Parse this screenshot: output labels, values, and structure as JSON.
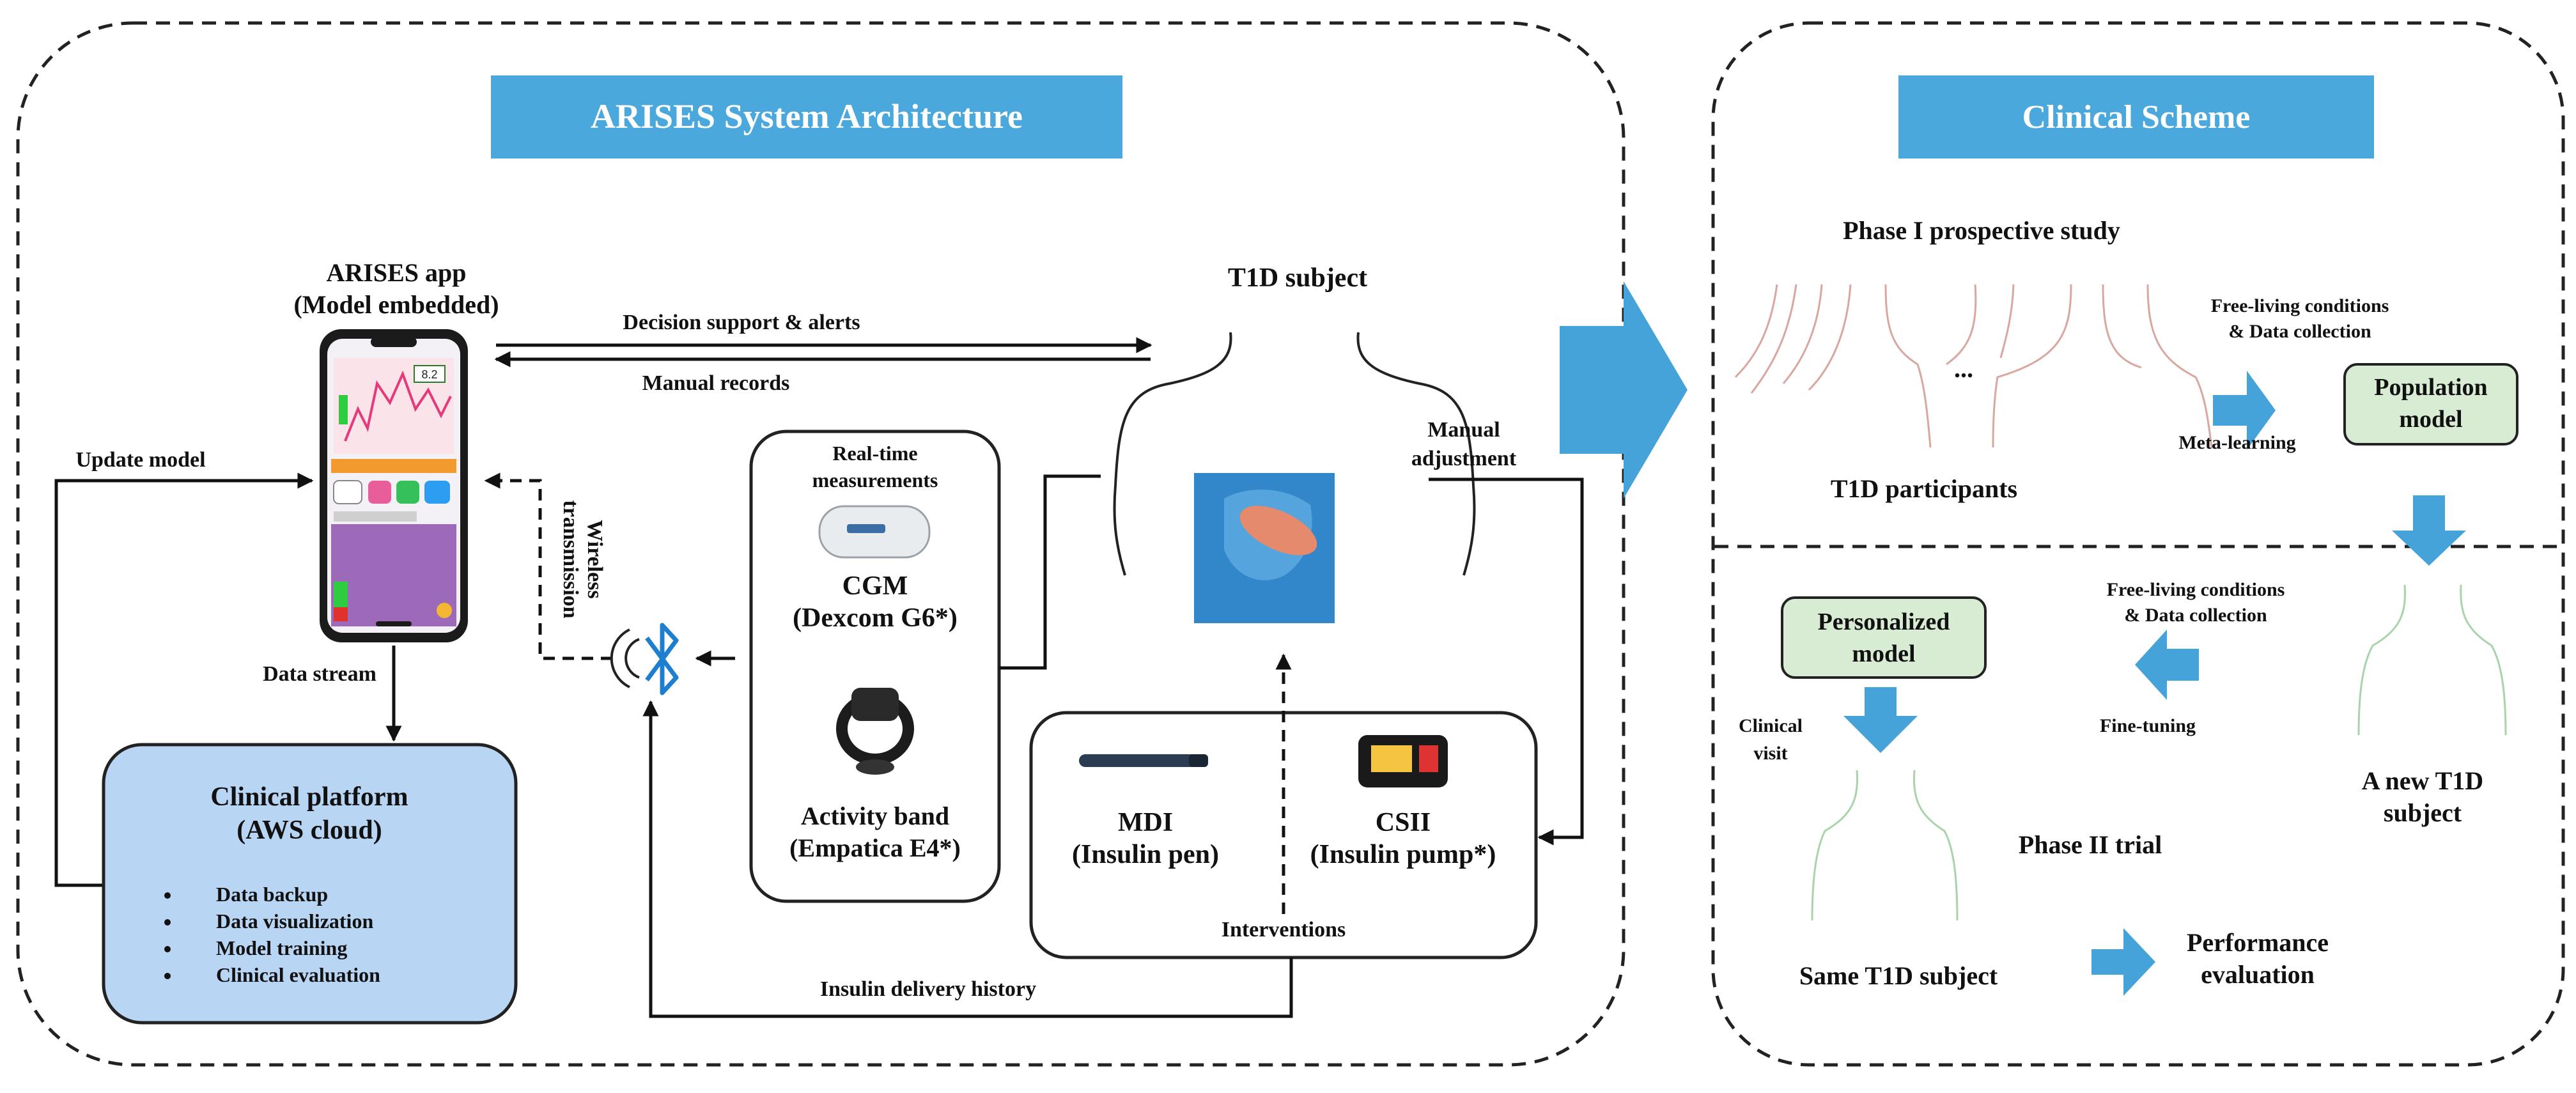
{
  "architecture": {
    "banner": "ARISES System Architecture",
    "app_title": "ARISES app",
    "app_subtitle": "(Model embedded)",
    "t1d_subject": "T1D subject",
    "decision_support": "Decision support & alerts",
    "manual_records": "Manual records",
    "update_model": "Update model",
    "data_stream": "Data stream",
    "wireless_line1": "Wireless",
    "wireless_line2": "transmission",
    "realtime_line1": "Real-time",
    "realtime_line2": "measurements",
    "cgm": "CGM",
    "cgm_detail": "(Dexcom G6*)",
    "activity_band": "Activity band",
    "activity_detail": "(Empatica E4*)",
    "manual_adjustment_line1": "Manual",
    "manual_adjustment_line2": "adjustment",
    "mdi": "MDI",
    "mdi_detail": "(Insulin pen)",
    "csii": "CSII",
    "csii_detail": "(Insulin pump*)",
    "interventions": "Interventions",
    "insulin_history": "Insulin delivery history",
    "platform_title": "Clinical platform",
    "platform_subtitle": "(AWS cloud)",
    "platform_items": [
      "Data backup",
      "Data visualization",
      "Model training",
      "Clinical evaluation"
    ],
    "phone_value": "8.2"
  },
  "clinical": {
    "banner": "Clinical Scheme",
    "phase1": "Phase I prospective study",
    "ellipsis": "...",
    "free_living_1": "Free-living conditions",
    "data_collection_1": "& Data collection",
    "meta_learning": "Meta-learning",
    "population_model_line1": "Population",
    "population_model_line2": "model",
    "t1d_participants": "T1D participants",
    "free_living_2": "Free-living conditions",
    "data_collection_2": "& Data collection",
    "fine_tuning": "Fine-tuning",
    "personalized_line1": "Personalized",
    "personalized_line2": "model",
    "clinical_visit_line1": "Clinical",
    "clinical_visit_line2": "visit",
    "new_subject_line1": "A new T1D",
    "new_subject_line2": "subject",
    "phase2": "Phase II trial",
    "same_subject": "Same T1D subject",
    "performance_line1": "Performance",
    "performance_line2": "evaluation"
  },
  "colors": {
    "banner_blue": "#4aa8dc",
    "arrow_blue": "#45a3d9",
    "platform_fill": "#b9d5f4",
    "model_box_fill": "#d7ecd3"
  }
}
